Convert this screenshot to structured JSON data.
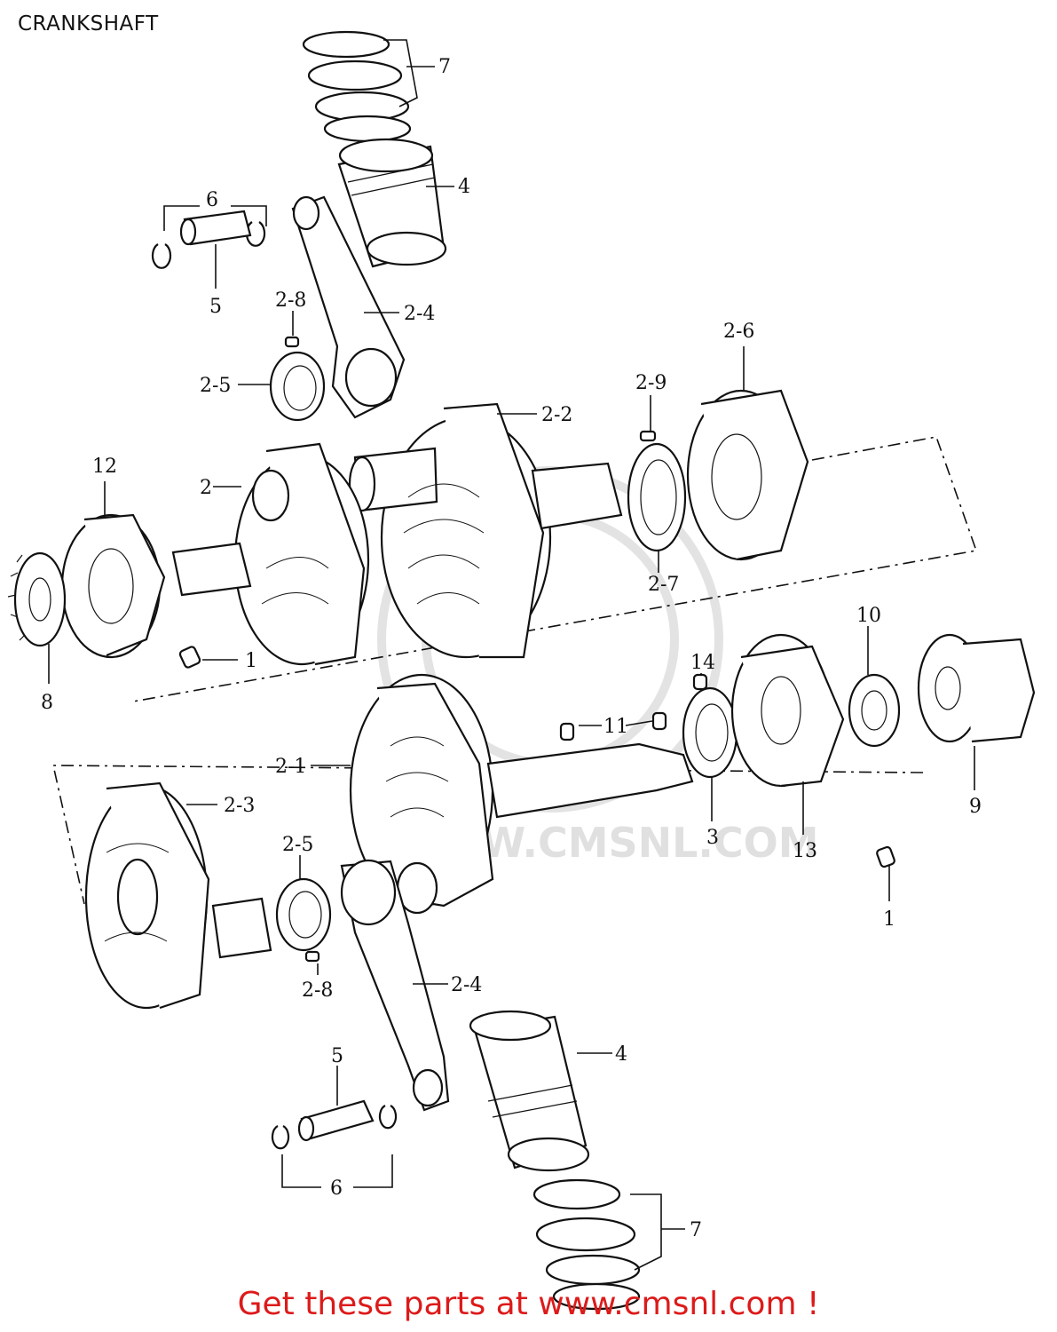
{
  "title": "CRANKSHAFT",
  "footer": "Get these parts at www.cmsnl.com !",
  "watermark": "WWW.CMSNL.COM",
  "callouts": [
    "1",
    "1",
    "2",
    "2-1",
    "2-2",
    "2-3",
    "2-4",
    "2-4",
    "2-5",
    "2-5",
    "2-6",
    "2-7",
    "2-8",
    "2-8",
    "2-9",
    "3",
    "4",
    "4",
    "5",
    "5",
    "6",
    "6",
    "7",
    "7",
    "8",
    "9",
    "10",
    "11",
    "12",
    "13",
    "14"
  ],
  "colors": {
    "footer": "#dd1a1a",
    "ink": "#111111",
    "watermark": "#e0e0e0"
  }
}
